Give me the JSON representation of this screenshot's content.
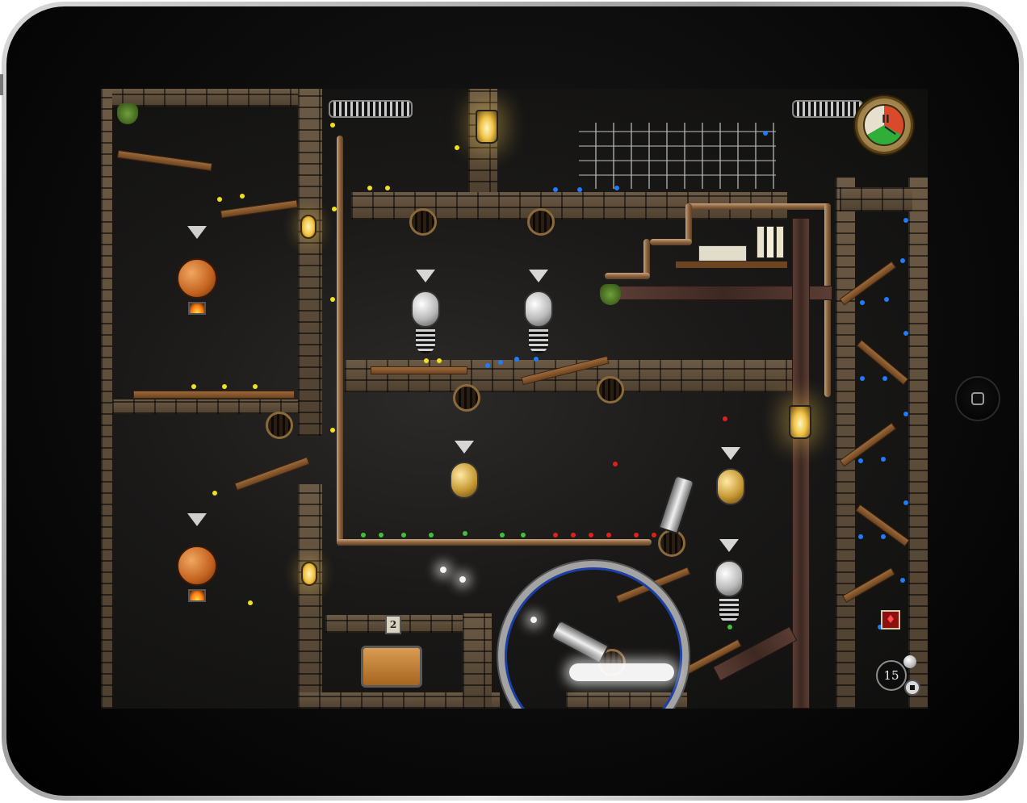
{
  "app": {
    "device": "tablet",
    "hud": {
      "pause_label": "II",
      "moves_counter": "15",
      "blood_icon": "blood-drop-icon",
      "stop_icon": "stop-icon"
    }
  },
  "colors": {
    "bezel": "#000000",
    "brick": "#5e4d3a",
    "pipe": "#a07a52",
    "girder": "#4a302a",
    "yellow_ball": "#f2e21a",
    "blue_ball": "#1f7bff",
    "red_ball": "#e0201a",
    "green_ball": "#3fc23a"
  },
  "level": {
    "crate_counter": "2"
  }
}
